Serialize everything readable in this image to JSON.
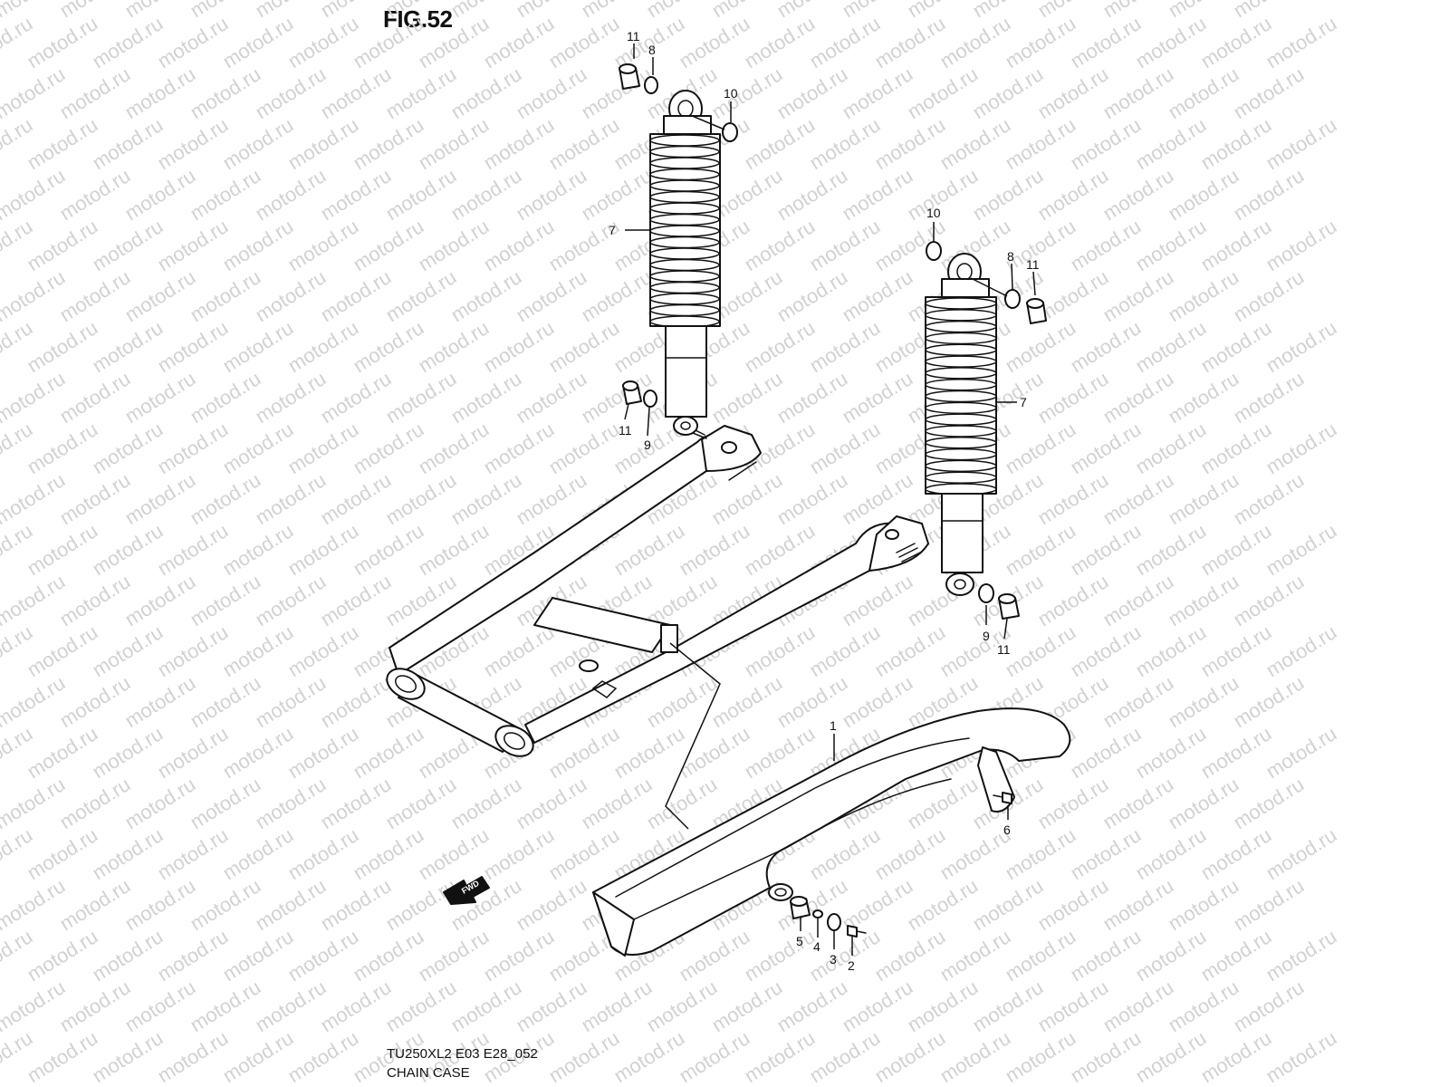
{
  "figure": {
    "title": "FIG.52",
    "model_code": "TU250XL2 E03 E28_052",
    "section": "CHAIN CASE"
  },
  "watermark": "motod.ru",
  "badge": {
    "fwd": "FWD"
  },
  "callouts": {
    "c1": "1",
    "c2": "2",
    "c3": "3",
    "c4": "4",
    "c5": "5",
    "c6": "6",
    "c7a": "7",
    "c7b": "7",
    "c8a": "8",
    "c8b": "8",
    "c9a": "9",
    "c9b": "9",
    "c10a": "10",
    "c10b": "10",
    "c11a": "11",
    "c11b": "11",
    "c11c": "11",
    "c11d": "11"
  }
}
